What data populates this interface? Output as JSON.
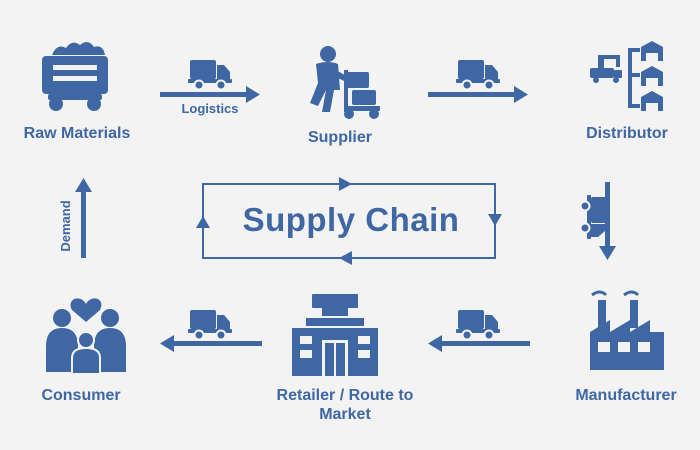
{
  "diagram": {
    "title": "Supply Chain",
    "colors": {
      "primary": "#3e67a4",
      "background": "#f3f3f3"
    },
    "nodes": [
      {
        "id": "raw_materials",
        "label": "Raw Materials",
        "icon": "mine-cart-icon"
      },
      {
        "id": "supplier",
        "label": "Supplier",
        "icon": "worker-hand-truck-icon"
      },
      {
        "id": "distributor",
        "label": "Distributor",
        "icon": "warehouse-network-icon"
      },
      {
        "id": "manufacturer",
        "label": "Manufacturer",
        "icon": "factory-icon"
      },
      {
        "id": "retailer",
        "label_line1": "Retailer /  Route  to",
        "label_line2": "Market",
        "icon": "retail-store-icon"
      },
      {
        "id": "consumer",
        "label": "Consumer",
        "icon": "family-heart-icon"
      }
    ],
    "edges": [
      {
        "from": "raw_materials",
        "to": "supplier",
        "label": "Logistics",
        "icon": "truck-icon"
      },
      {
        "from": "supplier",
        "to": "distributor",
        "label": "",
        "icon": "truck-icon"
      },
      {
        "from": "distributor",
        "to": "manufacturer",
        "label": "",
        "icon": "truck-icon"
      },
      {
        "from": "manufacturer",
        "to": "retailer",
        "label": "",
        "icon": "truck-icon"
      },
      {
        "from": "retailer",
        "to": "consumer",
        "label": "",
        "icon": "truck-icon"
      },
      {
        "from": "consumer",
        "to": "raw_materials",
        "label": "Demand",
        "icon": ""
      }
    ]
  }
}
